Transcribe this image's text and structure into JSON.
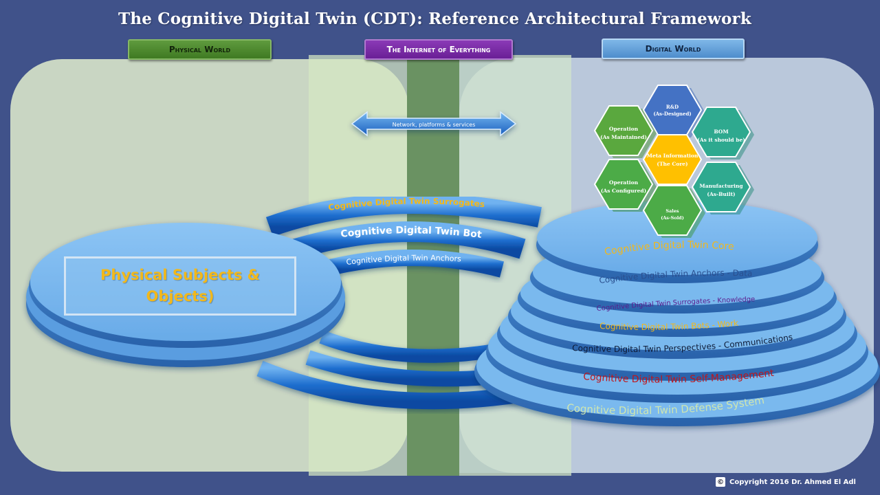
{
  "title": "The Cognitive Digital Twin (CDT): Reference Architectural Framework",
  "headers": {
    "physical": "Physical World",
    "internet": "The Internet of Everything",
    "digital": "Digital World"
  },
  "network_label": "Network, platforms & services",
  "rings": {
    "surrogates": "Cognitive Digital Twin Surrogates",
    "bots": "Cognitive Digital Twin Bots",
    "anchors": "Cognitive Digital Twin Anchors"
  },
  "physical_subjects": "Physical Subjects &\nObjects)",
  "hexagons": {
    "rd": [
      "R&D",
      "(As-Designed)"
    ],
    "op_maintained": [
      "Operation",
      "(As Maintained)"
    ],
    "bom": [
      "BOM",
      "(As it should be)"
    ],
    "meta": [
      "Meta Information",
      "(The Core)"
    ],
    "op_configured": [
      "Operation",
      "(As Configured)"
    ],
    "manufacturing": [
      "Manufacturing",
      "(As-Built)"
    ],
    "sales": [
      "Sales",
      "(As-Sold)"
    ]
  },
  "layers": {
    "core": "Cognitive Digital Twin Core",
    "anchors": "Cognitive Digital Twin Anchors - Data",
    "surrogates": "Cognitive Digital Twin Surrogates - Knowledge",
    "bots": "Cognitive Digital Twin Bots - Work",
    "perspectives": "Cognitive Digital Twin Perspectives - Communications",
    "self_mgmt": "Cognitive Digital Twin Self-Management",
    "defense": "Cognitive Digital Twin Defense System"
  },
  "colors": {
    "background": "#40528a",
    "hex_blue": "#4472c4",
    "hex_teal": "#2ea98f",
    "hex_green": "#5aa83e",
    "hex_yellow": "#ffc000",
    "text_yellow": "#f2b81b",
    "text_red": "#c0161b",
    "text_purple": "#5a1a8c"
  },
  "copyright": {
    "icon": "copyright-icon",
    "text": "Copyright 2016 Dr. Ahmed El Adl"
  }
}
